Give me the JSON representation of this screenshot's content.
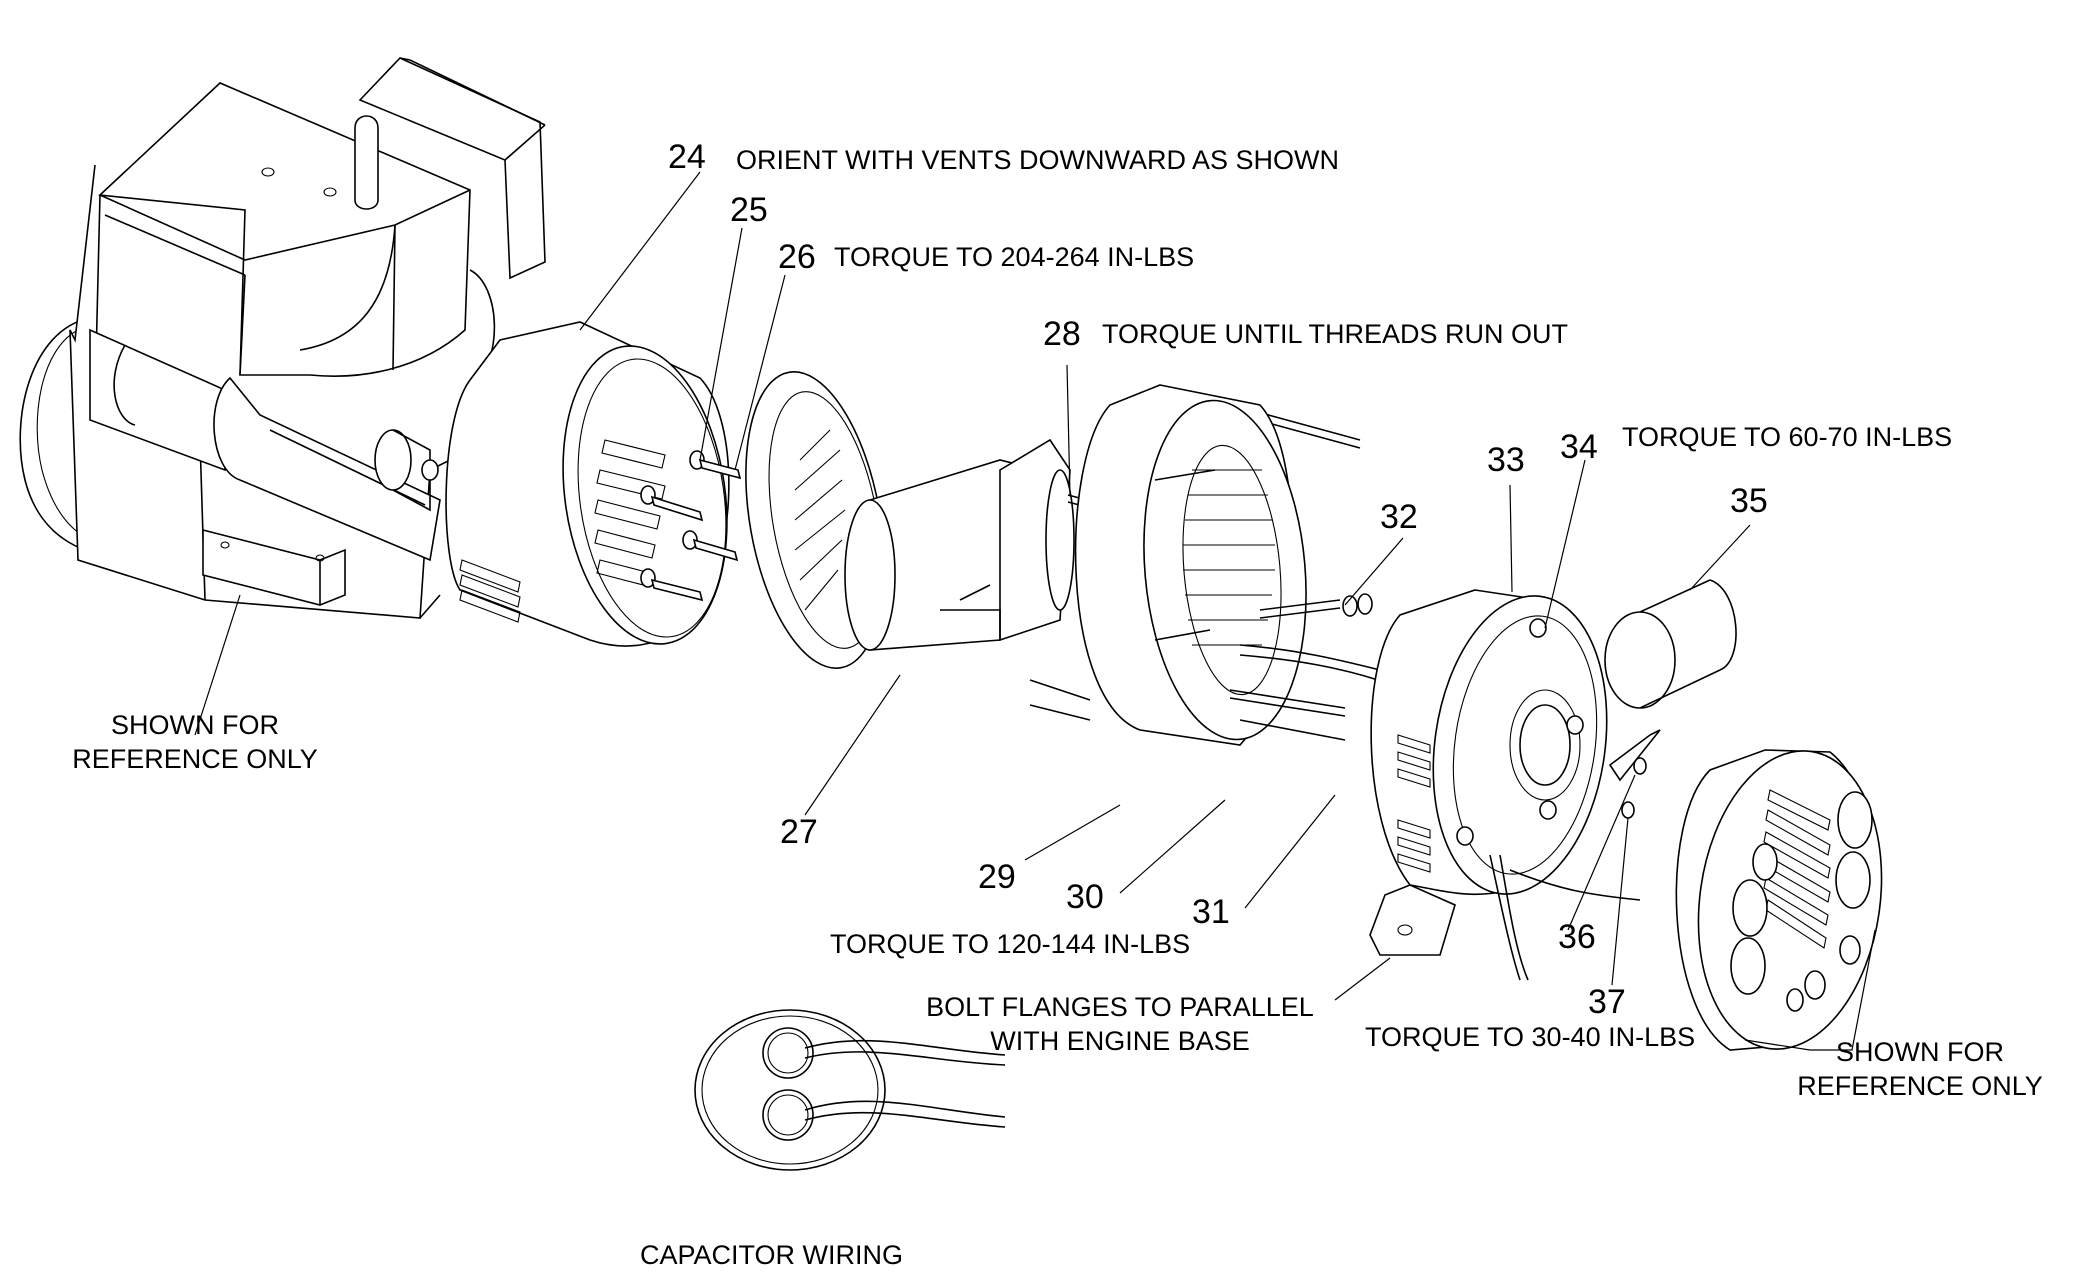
{
  "diagram": {
    "type": "exploded-parts-view",
    "subject": "generator alternator assembly",
    "colors": {
      "line": "#000000",
      "background": "#ffffff"
    }
  },
  "callouts": [
    {
      "id": "24",
      "note": "ORIENT WITH VENTS DOWNWARD AS SHOWN"
    },
    {
      "id": "25",
      "note": ""
    },
    {
      "id": "26",
      "note": "TORQUE TO 204-264 IN-LBS"
    },
    {
      "id": "27",
      "note": ""
    },
    {
      "id": "28",
      "note": "TORQUE UNTIL THREADS RUN OUT"
    },
    {
      "id": "29",
      "note": ""
    },
    {
      "id": "30",
      "note": ""
    },
    {
      "id": "31",
      "note": ""
    },
    {
      "id": "32",
      "note": ""
    },
    {
      "id": "33",
      "note": ""
    },
    {
      "id": "34",
      "note": "TORQUE TO 60-70 IN-LBS"
    },
    {
      "id": "35",
      "note": ""
    },
    {
      "id": "36",
      "note": ""
    },
    {
      "id": "37",
      "note": ""
    }
  ],
  "notes": {
    "torque_120_144": "TORQUE TO 120-144 IN-LBS",
    "bolt_flanges_line1": "BOLT FLANGES TO PARALLEL",
    "bolt_flanges_line2": "WITH ENGINE BASE",
    "torque_30_40": "TORQUE TO 30-40 IN-LBS",
    "ref_engine_line1": "SHOWN FOR",
    "ref_engine_line2": "REFERENCE ONLY",
    "ref_cover_line1": "SHOWN FOR",
    "ref_cover_line2": "REFERENCE ONLY",
    "capacitor_caption": "CAPACITOR WIRING"
  }
}
